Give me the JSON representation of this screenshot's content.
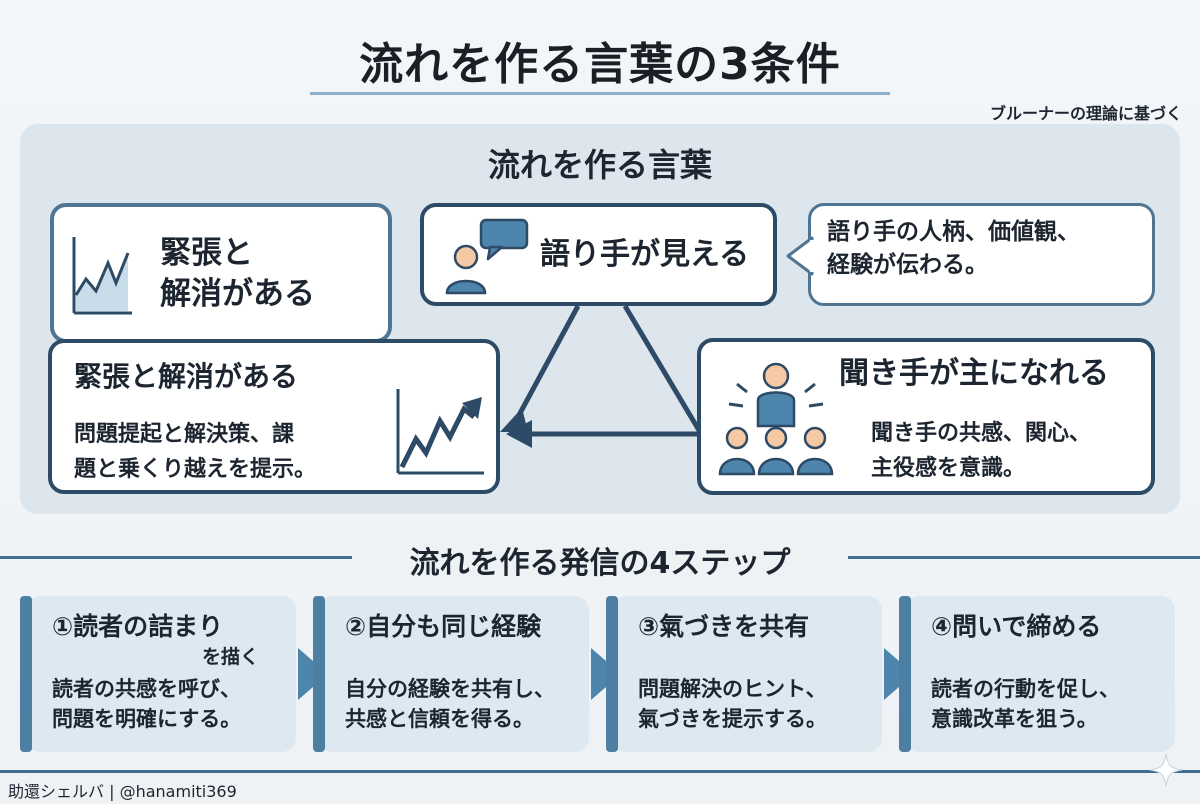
{
  "title": "流れを作る言葉の3条件",
  "subnote": "ブルーナーの理論に基づく",
  "panel_title": "流れを作る言葉",
  "card_back": {
    "line1": "緊張と",
    "line2": "解消がある"
  },
  "card_tension": {
    "title": "緊張と解消がある",
    "desc1": "問題提起と解決策、課",
    "desc2": "題と乗くり越えを提示。"
  },
  "card_speaker": {
    "title": "語り手が見える"
  },
  "callout_speaker": {
    "line1": "語り手の人柄、価値観、",
    "line2": "経験が伝わる。"
  },
  "card_listener": {
    "title": "聞き手が主になれる",
    "desc1": "聞き手の共感、関心、",
    "desc2": "主役感を意識。"
  },
  "steps_title": "流れを作る発信の4ステップ",
  "steps": [
    {
      "title": "①読者の詰まり",
      "title2": "を描く",
      "desc1": "読者の共感を呼び、",
      "desc2": "問題を明確にする。"
    },
    {
      "title": "②自分も同じ経験",
      "title2": "",
      "desc1": "自分の経験を共有し、",
      "desc2": "共感と信頼を得る。"
    },
    {
      "title": "③氣づきを共有",
      "title2": "",
      "desc1": "問題解決のヒント、",
      "desc2": "氣づきを提示する。"
    },
    {
      "title": "④問いで締める",
      "title2": "",
      "desc1": "読者の行動を促し、",
      "desc2": "意識改革を狙う。"
    }
  ],
  "footer": {
    "brand": "助還シェルバ",
    "handle": "@hanamiti369"
  },
  "colors": {
    "navy": "#2d4b66",
    "accent": "#4d85ad",
    "panel": "#dde6ec",
    "step_bg": "#dde8f0"
  },
  "icons": [
    "peak-chart-icon",
    "trend-up-chart-icon",
    "speaker-icon",
    "speech-bubble-icon",
    "audience-icon",
    "speaker-emphasis-icon",
    "sparkle-icon"
  ]
}
